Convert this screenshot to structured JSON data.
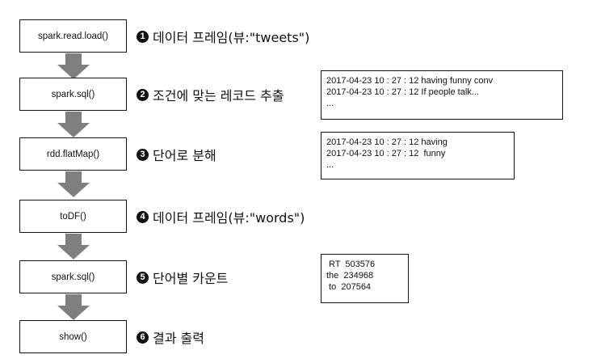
{
  "steps": [
    {
      "num": "1",
      "code": "spark.read.load()",
      "label": "데이터 프레임(뷰:\"tweets\")"
    },
    {
      "num": "2",
      "code": "spark.sql()",
      "label": "조건에 맞는 레코드 추출"
    },
    {
      "num": "3",
      "code": "rdd.flatMap()",
      "label": "단어로 분해"
    },
    {
      "num": "4",
      "code": "toDF()",
      "label": "데이터 프레임(뷰:\"words\")"
    },
    {
      "num": "5",
      "code": "spark.sql()",
      "label": "단어별 카운트"
    },
    {
      "num": "6",
      "code": "show()",
      "label": "결과 출력"
    }
  ],
  "outputs": {
    "filtered": [
      "2017-04-23 10 : 27 : 12 having funny conv",
      "2017-04-23 10 : 27 : 12 If people talk...",
      "..."
    ],
    "split": [
      "2017-04-23 10 : 27 : 12 having",
      "2017-04-23 10 : 27 : 12  funny",
      "..."
    ],
    "counts": [
      " RT  503576",
      "the  234968",
      " to  207564"
    ]
  },
  "colors": {
    "arrow": "#7f7f7f",
    "border": "#111111",
    "badge": "#111111"
  }
}
